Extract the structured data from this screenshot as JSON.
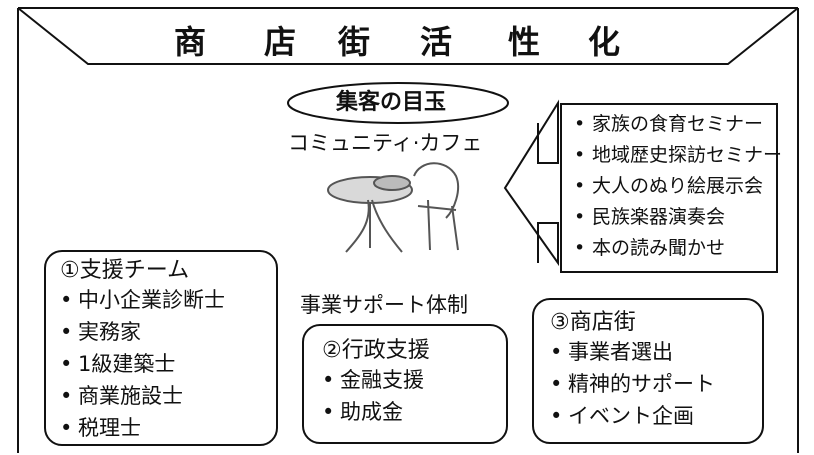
{
  "banner": {
    "title_chars": [
      "商",
      "店",
      "街",
      "活",
      "性",
      "化"
    ]
  },
  "center": {
    "highlight_label": "集客の目玉",
    "cafe_label": "コミュニティ·カフェ",
    "cafe_image_icon": "cafe-table-chairs",
    "support_system_label": "事業サポート体制"
  },
  "events": {
    "items": [
      "家族の食育セミナー",
      "地域歴史探訪セミナー",
      "大人のぬり絵展示会",
      "民族楽器演奏会",
      "本の読み聞かせ"
    ]
  },
  "support_team": {
    "title": "①支援チーム",
    "items": [
      "中小企業診断士",
      "実務家",
      "1級建築士",
      "商業施設士",
      "税理士"
    ]
  },
  "admin_support": {
    "title": "②行政支援",
    "items": [
      "金融支援",
      "助成金"
    ]
  },
  "shopping_street": {
    "title": "③商店街",
    "items": [
      "事業者選出",
      "精神的サポート",
      "イベント企画"
    ]
  },
  "bullet_char": "•",
  "colors": {
    "line": "#111111",
    "background": "#ffffff"
  }
}
